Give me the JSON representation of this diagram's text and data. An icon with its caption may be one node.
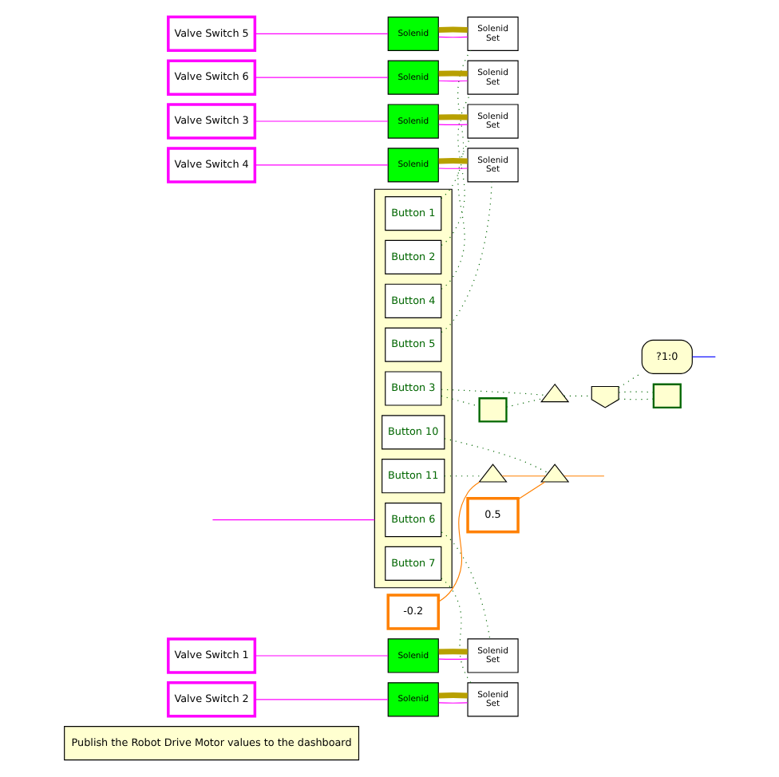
{
  "diagram": {
    "nodes": [
      {
        "text": [
          "Publish the Robot Drive Motor values to the dashboard"
        ]
      },
      {
        "text": [],
        "shape": "box"
      },
      {
        "text": [
          "Button 1"
        ],
        "in": 1
      },
      {
        "text": [
          "Button 2"
        ],
        "in": 1
      },
      {
        "text": [
          "Button 4"
        ],
        "in": 1
      },
      {
        "text": [
          "Button 5"
        ],
        "in": 1
      },
      {
        "text": [
          "Button 6"
        ],
        "in": 1
      },
      {
        "text": [
          "Button 7"
        ],
        "in": 1
      },
      {
        "text": [
          "Button 10"
        ],
        "in": 1
      },
      {
        "text": [
          "Button 11"
        ],
        "in": 1
      },
      {
        "text": [
          "Button 3"
        ],
        "in": 1
      },
      {
        "text": [
          "Valve Switch 5"
        ]
      },
      {
        "text": [
          "Solenid"
        ]
      },
      {
        "text": [
          "Solenid",
          "Set"
        ]
      },
      {
        "text": [
          "Valve Switch 6"
        ]
      },
      {
        "text": [
          "Solenid"
        ]
      },
      {
        "text": [
          "Solenid",
          "Set"
        ]
      },
      {
        "text": [
          "Valve Switch 3"
        ]
      },
      {
        "text": [
          "Solenid"
        ]
      },
      {
        "text": [
          "Solenid",
          "Set"
        ]
      },
      {
        "text": [
          "Valve Switch 4"
        ]
      },
      {
        "text": [
          "Solenid"
        ]
      },
      {
        "text": [
          "Solenid",
          "Set"
        ]
      },
      {
        "text": [
          "Valve Switch 1"
        ]
      },
      {
        "text": [
          "Solenid"
        ]
      },
      {
        "text": [
          "Solenid",
          "Set"
        ]
      },
      {
        "text": [
          "Valve Switch 2"
        ]
      },
      {
        "text": [
          "Solenid"
        ]
      },
      {
        "text": [
          "Solenid",
          "Set"
        ]
      },
      {
        "text": [
          "0.5"
        ]
      },
      {
        "text": [
          "-0.2"
        ]
      },
      {
        "text": [],
        "shape": "triangle"
      },
      {
        "text": [],
        "shape": "triangle"
      },
      {
        "text": [],
        "shape": "box"
      },
      {
        "text": [],
        "shape": "triangle"
      },
      {
        "text": [],
        "shape": "gate"
      },
      {
        "text": [
          "?1:0"
        ]
      },
      {
        "text": [],
        "shape": "box"
      }
    ],
    "edges": [
      {
        "from": null,
        "to": 1,
        "arrow": "none",
        "color": "#ff00ff"
      },
      {
        "from": 2,
        "to": 13,
        "arrow": "none",
        "style": "dashed"
      },
      {
        "from": 3,
        "to": 16,
        "arrow": "none",
        "style": "dashed"
      },
      {
        "from": 4,
        "to": 19,
        "arrow": "none",
        "style": "dashed"
      },
      {
        "from": 5,
        "to": 22,
        "arrow": "none",
        "style": "dashed"
      },
      {
        "from": 6,
        "to": 25,
        "arrow": "none",
        "style": "dashed"
      },
      {
        "from": 7,
        "to": 28,
        "arrow": "none",
        "style": "dashed"
      },
      {
        "from": 11,
        "to": 12,
        "arrow": "none",
        "color": "#ff00ff"
      },
      {
        "from": 12,
        "to": 13,
        "arrow": "none",
        "color": "#ff00ff"
      },
      {
        "from": 12,
        "to": 13,
        "arrow": "none",
        "style": "thick",
        "color": "#b8a000"
      },
      {
        "from": 14,
        "to": 15,
        "arrow": "none",
        "color": "#ff00ff"
      },
      {
        "from": 15,
        "to": 16,
        "arrow": "none",
        "color": "#ff00ff"
      },
      {
        "from": 15,
        "to": 16,
        "arrow": "none",
        "style": "thick",
        "color": "#b8a000"
      },
      {
        "from": 17,
        "to": 18,
        "arrow": "none",
        "color": "#ff00ff"
      },
      {
        "from": 18,
        "to": 19,
        "arrow": "none",
        "color": "#ff00ff"
      },
      {
        "from": 18,
        "to": 19,
        "arrow": "none",
        "style": "thick",
        "color": "#b8a000"
      },
      {
        "from": 20,
        "to": 21,
        "arrow": "none",
        "color": "#ff00ff"
      },
      {
        "from": 21,
        "to": 22,
        "arrow": "none",
        "color": "#ff00ff"
      },
      {
        "from": 21,
        "to": 22,
        "arrow": "none",
        "style": "thick",
        "color": "#b8a000"
      },
      {
        "from": 23,
        "to": 24,
        "arrow": "none",
        "color": "#ff00ff"
      },
      {
        "from": 24,
        "to": 25,
        "arrow": "none",
        "color": "#ff00ff"
      },
      {
        "from": 24,
        "to": 25,
        "arrow": "none",
        "style": "thick",
        "color": "#b8a000"
      },
      {
        "from": 26,
        "to": 27,
        "arrow": "none",
        "color": "#ff00ff"
      },
      {
        "from": 27,
        "to": 28,
        "arrow": "none",
        "color": "#ff00ff"
      },
      {
        "from": 27,
        "to": 28,
        "arrow": "none",
        "style": "thick",
        "color": "#b8a000"
      },
      {
        "from": 8,
        "to": 31,
        "arrow": "none",
        "style": "dashed"
      },
      {
        "from": 9,
        "to": 32,
        "arrow": "none",
        "style": "dashed"
      },
      {
        "from": 29,
        "to": 31,
        "arrow": "none",
        "color": "#ff8000"
      },
      {
        "from": 30,
        "to": 32,
        "arrow": "none",
        "color": "#ff8000"
      },
      {
        "from": 32,
        "to": 31,
        "arrow": "none",
        "color": "#ff8000"
      },
      {
        "from": 31,
        "to": null,
        "arrow": "none",
        "color": "#ff8000"
      },
      {
        "from": 10,
        "to": 33,
        "arrow": "none",
        "style": "dashed"
      },
      {
        "from": 10,
        "to": 34,
        "arrow": "none",
        "style": "dashed"
      },
      {
        "from": 33,
        "to": 34,
        "arrow": "none",
        "style": "dashed"
      },
      {
        "from": 34,
        "to": 35,
        "arrow": "none",
        "style": "dashed"
      },
      {
        "from": 35,
        "to": 36,
        "arrow": "none",
        "style": "dashed"
      },
      {
        "from": 35,
        "to": 37,
        "arrow": "none",
        "style": "dashed"
      },
      {
        "from": 37,
        "to": 35,
        "arrow": "none",
        "style": "dashed"
      },
      {
        "from": 36,
        "to": null,
        "arrow": "none",
        "color": "#0000ff"
      }
    ]
  }
}
